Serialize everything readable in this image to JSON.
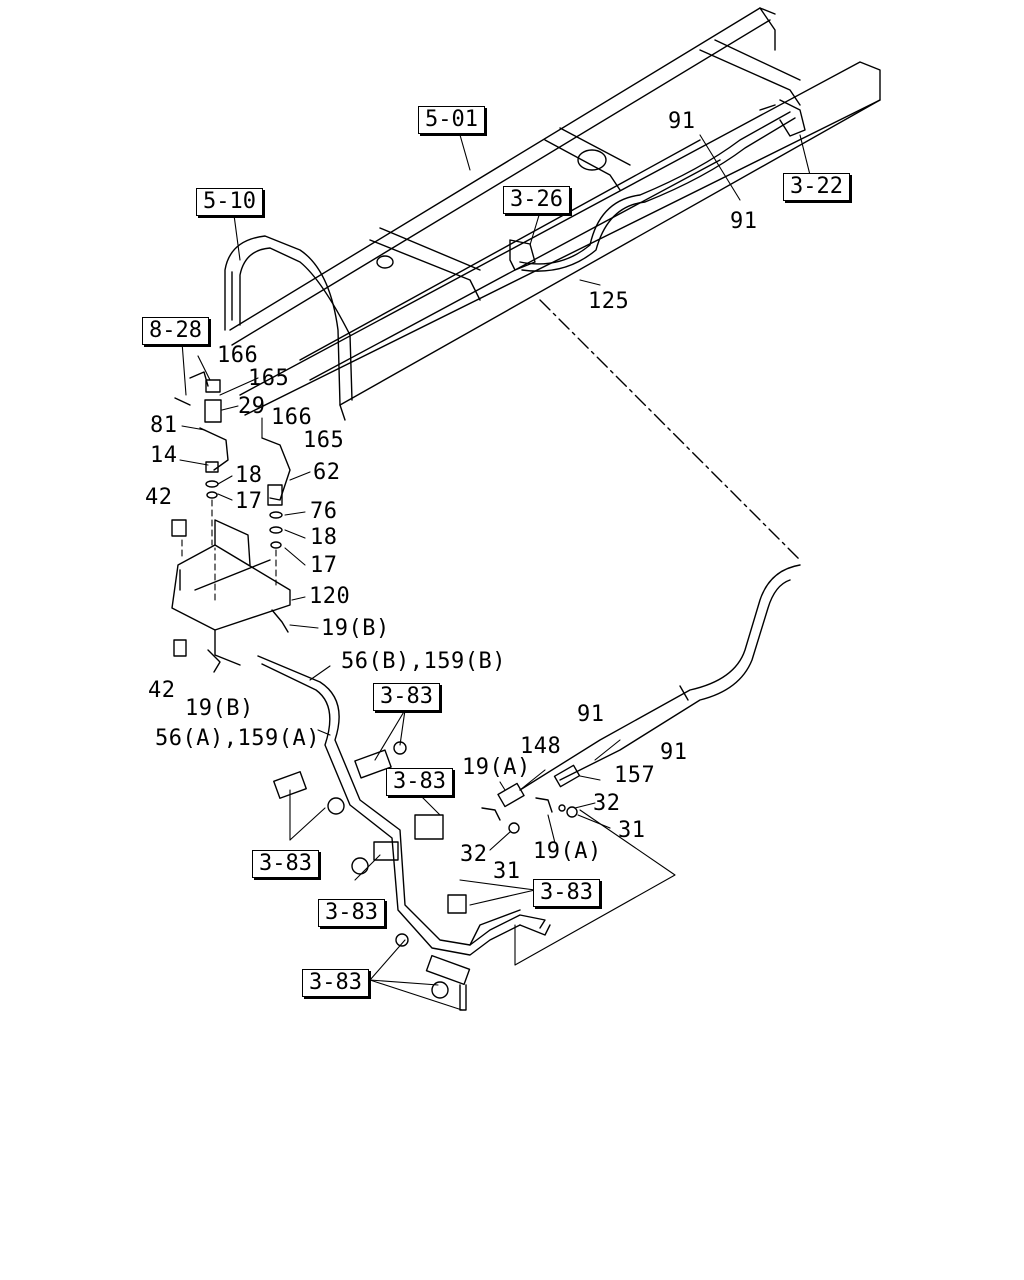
{
  "ref_boxes": [
    {
      "name": "ref-5-01",
      "text": "5-01"
    },
    {
      "name": "ref-5-10",
      "text": "5-10"
    },
    {
      "name": "ref-8-28",
      "text": "8-28"
    },
    {
      "name": "ref-3-26",
      "text": "3-26"
    },
    {
      "name": "ref-3-22",
      "text": "3-22"
    },
    {
      "name": "ref-3-83-a",
      "text": "3-83"
    },
    {
      "name": "ref-3-83-b",
      "text": "3-83"
    },
    {
      "name": "ref-3-83-c",
      "text": "3-83"
    },
    {
      "name": "ref-3-83-d",
      "text": "3-83"
    },
    {
      "name": "ref-3-83-e",
      "text": "3-83"
    },
    {
      "name": "ref-3-83-f",
      "text": "3-83"
    }
  ],
  "part_labels": {
    "p91_top": "91",
    "p91_mid": "91",
    "p125": "125",
    "p166_a": "166",
    "p165_a": "165",
    "p29": "29",
    "p166_b": "166",
    "p165_b": "165",
    "p81": "81",
    "p14": "14",
    "p18_a": "18",
    "p62": "62",
    "p17_a": "17",
    "p42_a": "42",
    "p76": "76",
    "p18_b": "18",
    "p17_b": "17",
    "p120": "120",
    "p19b_a": "19(B)",
    "p56b": "56(B),159(B)",
    "p42_b": "42",
    "p19b_b": "19(B)",
    "p56a": "56(A),159(A)",
    "p91_lo_a": "91",
    "p91_lo_b": "91",
    "p148": "148",
    "p19a_a": "19(A)",
    "p157": "157",
    "p32_a": "32",
    "p31_a": "31",
    "p32_b": "32",
    "p31_b": "31",
    "p19a_b": "19(A)"
  }
}
